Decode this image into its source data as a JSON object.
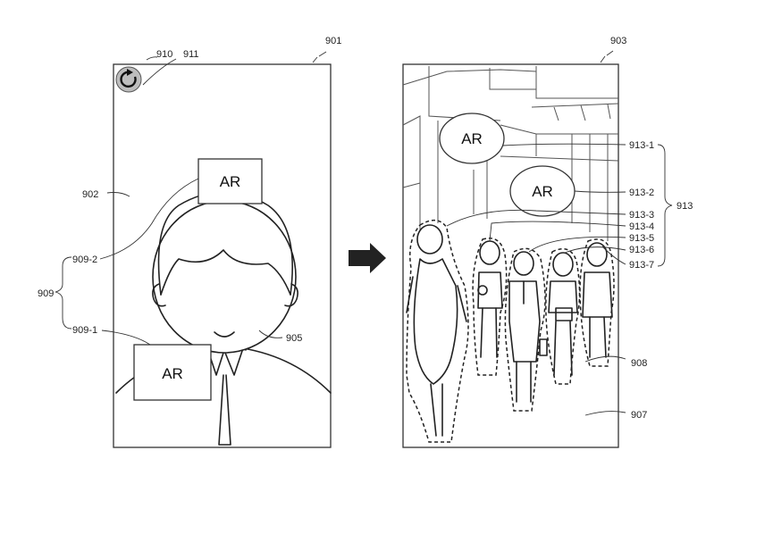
{
  "labels": {
    "l901": "901",
    "l902": "902",
    "l903": "903",
    "l905": "905",
    "l907": "907",
    "l908": "908",
    "l909": "909",
    "l909_1": "909-1",
    "l909_2": "909-2",
    "l910": "910",
    "l911": "911",
    "l913": "913",
    "l913_1": "913-1",
    "l913_2": "913-2",
    "l913_3": "913-3",
    "l913_4": "913-4",
    "l913_5": "913-5",
    "l913_6": "913-6",
    "l913_7": "913-7"
  },
  "ar_tags": {
    "left_top": "AR",
    "left_bottom": "AR",
    "right_top": "AR",
    "right_middle": "AR"
  },
  "icons": {
    "refresh_button": "refresh-icon",
    "transition_arrow": "arrow-right-icon"
  }
}
